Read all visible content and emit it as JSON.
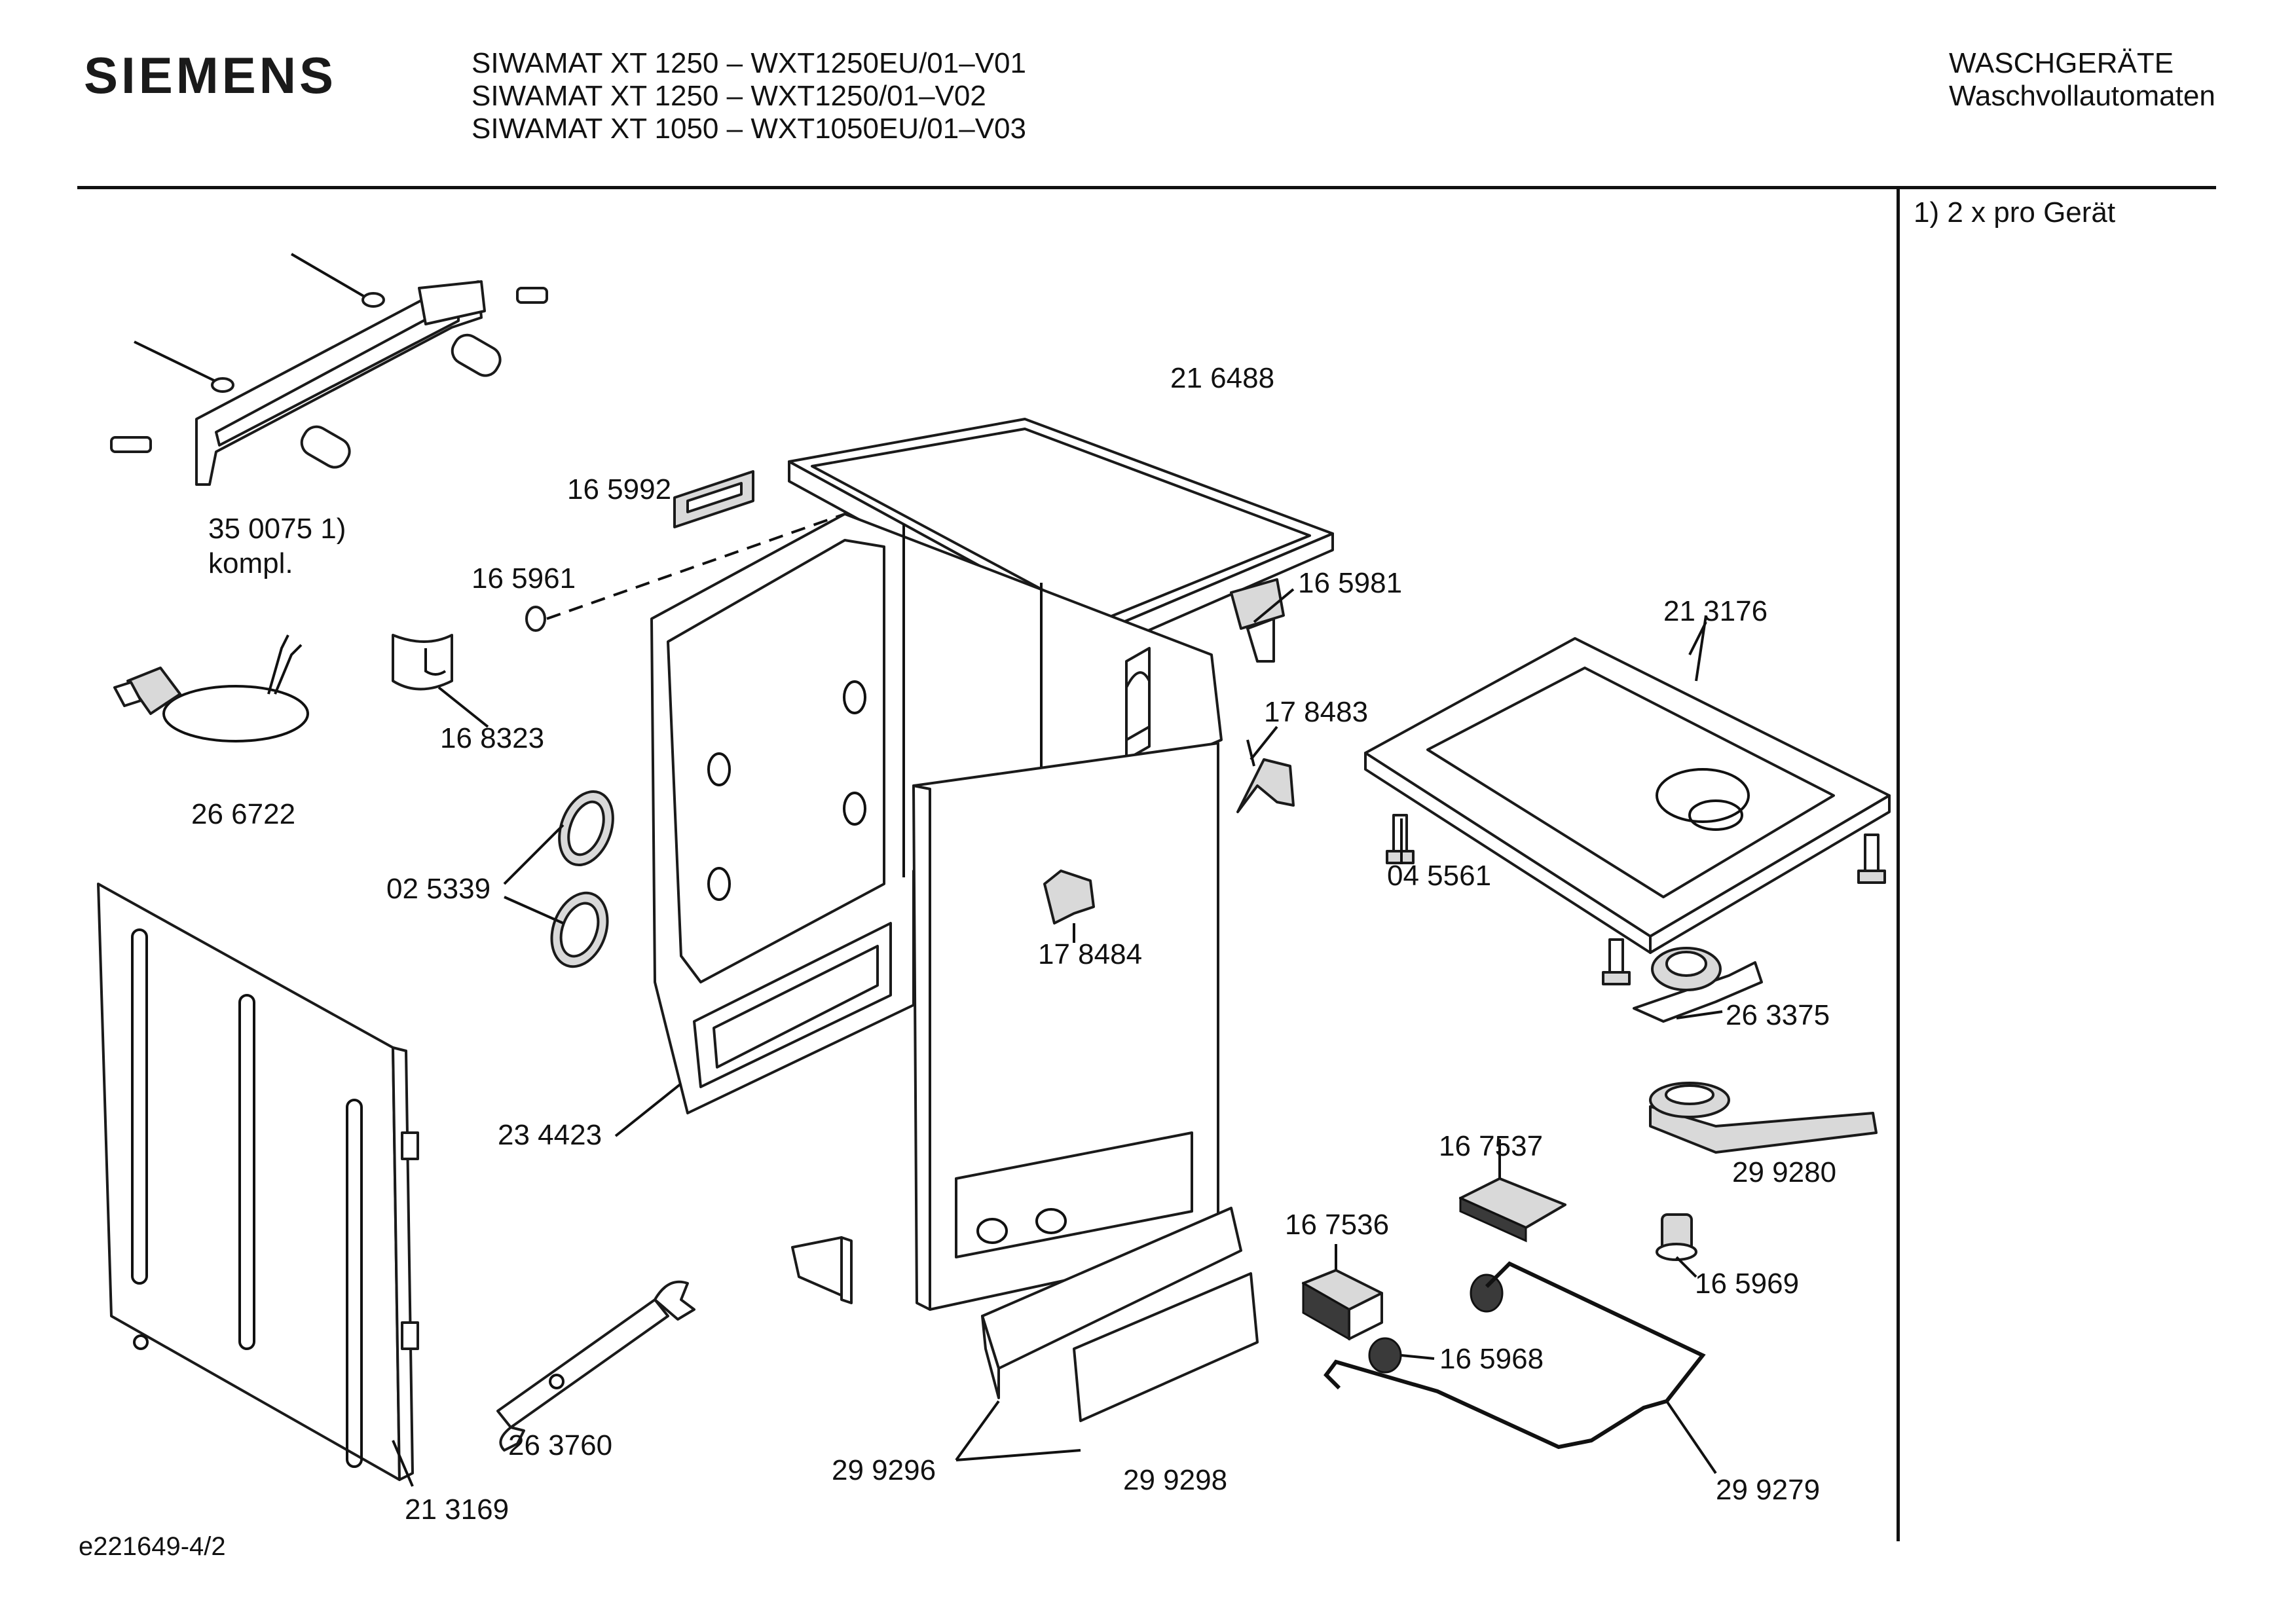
{
  "header": {
    "brand": "SIEMENS",
    "models": [
      "SIWAMAT XT 1250 – WXT1250EU/01–V01",
      "SIWAMAT XT 1250 – WXT1250/01–V02",
      "SIWAMAT XT 1050 – WXT1050EU/01–V03"
    ],
    "category": "WASCHGERÄTE",
    "subcategory": "Waschvollautomaten"
  },
  "side_note": "1)  2 x pro Gerät",
  "footer_code": "e221649-4/2",
  "part_labels": {
    "p216488": "21 6488",
    "p350075": "35 0075 1)",
    "p350075_sub": "kompl.",
    "p165992": "16 5992",
    "p165961": "16 5961",
    "p165981": "16 5981",
    "p213176": "21 3176",
    "p168323": "16 8323",
    "p266722": "26 6722",
    "p178483": "17 8483",
    "p025339": "02 5339",
    "p045561": "04 5561",
    "p178484": "17 8484",
    "p263375": "26 3375",
    "p234423": "23 4423",
    "p167537": "16 7537",
    "p299280": "29 9280",
    "p167536": "16 7536",
    "p165969": "16 5969",
    "p165968": "16 5968",
    "p263760": "26 3760",
    "p299296": "29 9296",
    "p299298": "29 9298",
    "p299279": "29 9279",
    "p213169": "21 3169"
  }
}
